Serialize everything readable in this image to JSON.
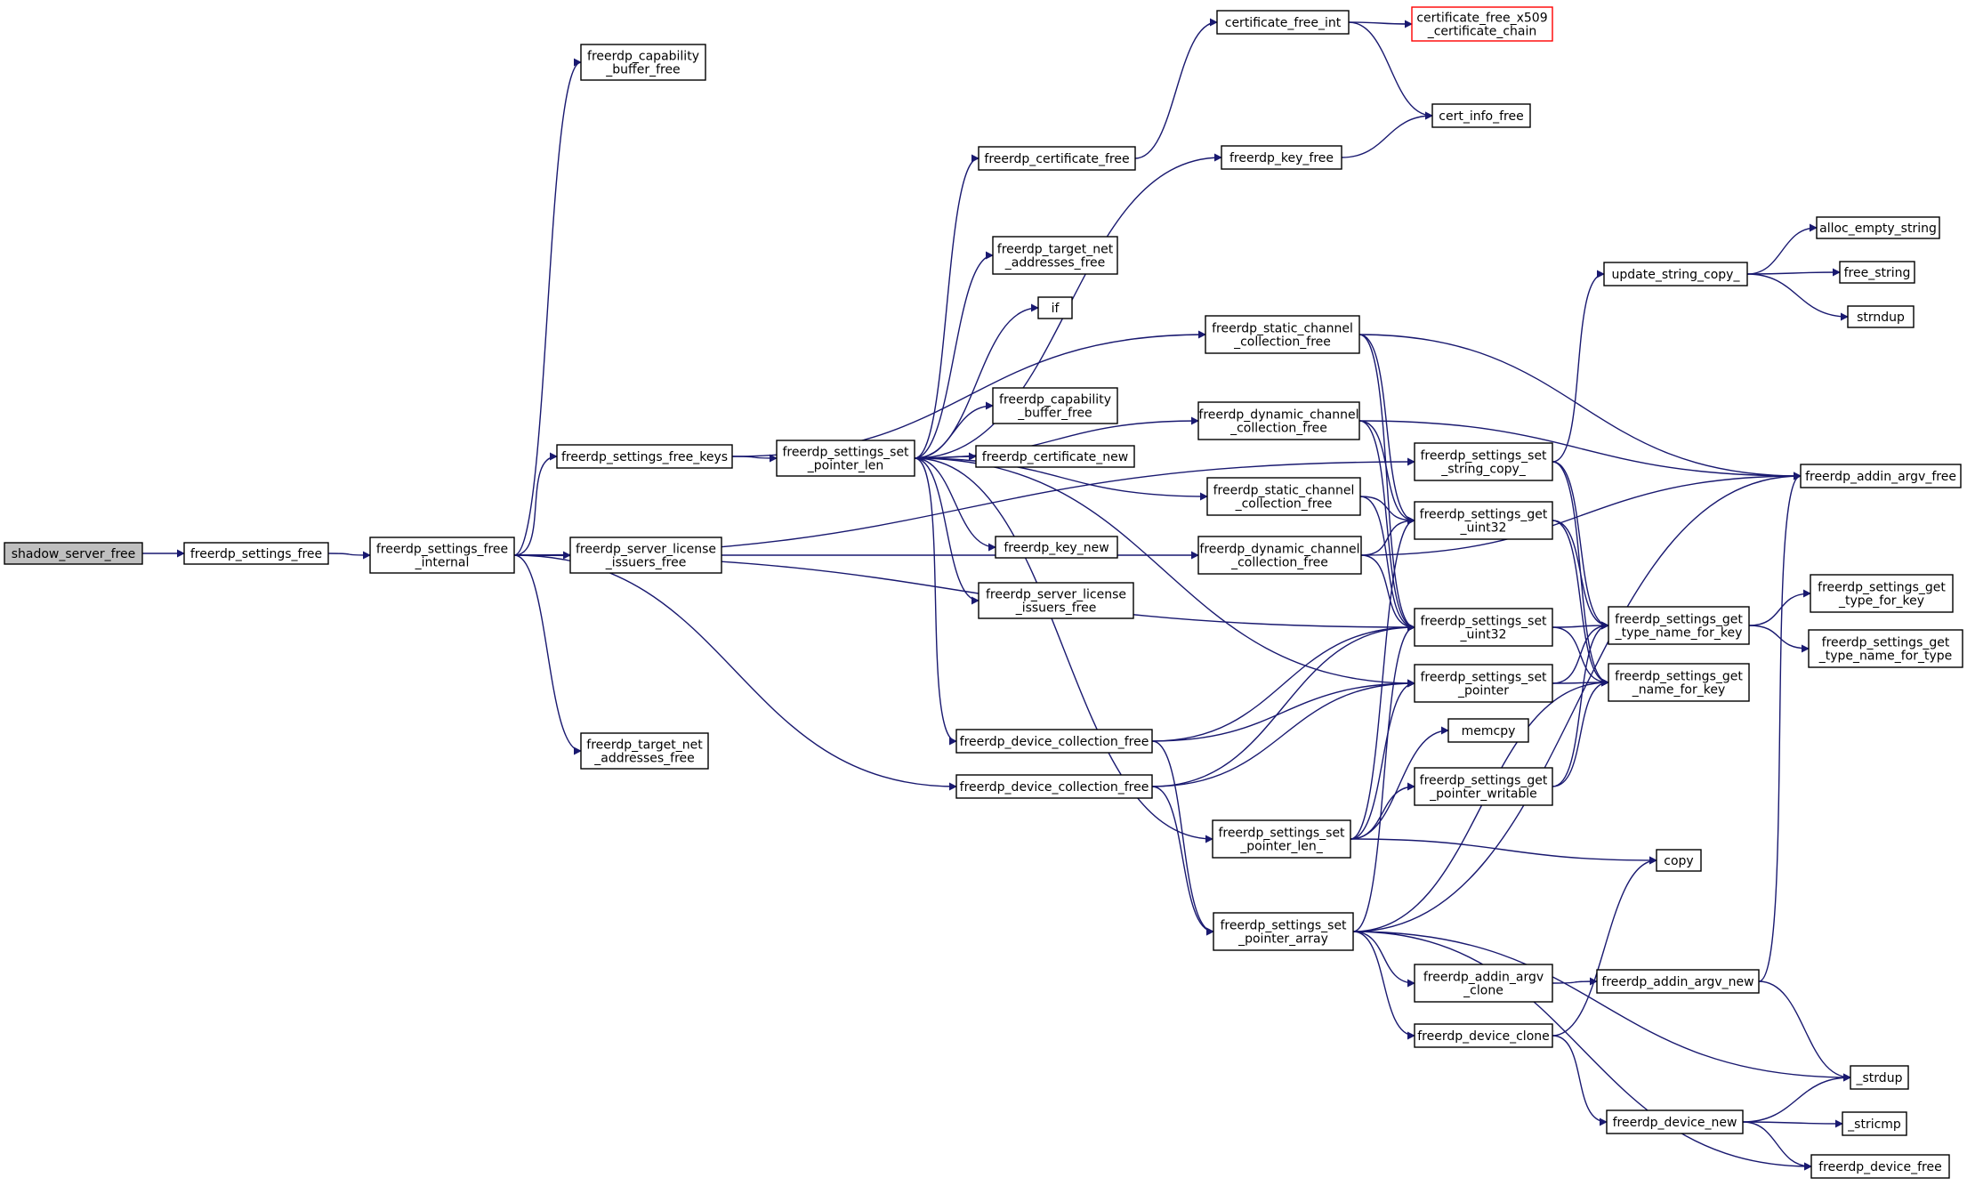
{
  "graph": {
    "title": "",
    "edge_color": "#191970",
    "root_fill": "#bfbfbf",
    "external_stroke": "#ff0000",
    "nodes": [
      {
        "id": "n0",
        "label": "shadow_server_free",
        "kind": "root"
      },
      {
        "id": "n1",
        "label": "freerdp_settings_free"
      },
      {
        "id": "n2",
        "label": "freerdp_settings_free\n_internal"
      },
      {
        "id": "n3",
        "label": "freerdp_capability\n_buffer_free"
      },
      {
        "id": "n4",
        "label": "freerdp_settings_free_keys"
      },
      {
        "id": "n5",
        "label": "freerdp_server_license\n_issuers_free"
      },
      {
        "id": "n6",
        "label": "freerdp_target_net\n_addresses_free"
      },
      {
        "id": "n7",
        "label": "freerdp_settings_set\n_pointer_len"
      },
      {
        "id": "n8",
        "label": "freerdp_certificate_free"
      },
      {
        "id": "n9",
        "label": "freerdp_target_net\n_addresses_free"
      },
      {
        "id": "n10",
        "label": "if"
      },
      {
        "id": "n11",
        "label": "freerdp_capability\n_buffer_free"
      },
      {
        "id": "n12",
        "label": "freerdp_certificate_new"
      },
      {
        "id": "n13",
        "label": "freerdp_key_new"
      },
      {
        "id": "n14",
        "label": "freerdp_server_license\n_issuers_free"
      },
      {
        "id": "n15",
        "label": "freerdp_device_collection_free"
      },
      {
        "id": "n16",
        "label": "freerdp_device_collection_free"
      },
      {
        "id": "n17",
        "label": "certificate_free_int"
      },
      {
        "id": "n18",
        "label": "certificate_free_x509\n_certificate_chain",
        "kind": "external"
      },
      {
        "id": "n19",
        "label": "freerdp_key_free"
      },
      {
        "id": "n20",
        "label": "cert_info_free"
      },
      {
        "id": "n21",
        "label": "freerdp_static_channel\n_collection_free"
      },
      {
        "id": "n22",
        "label": "freerdp_dynamic_channel\n_collection_free"
      },
      {
        "id": "n23",
        "label": "freerdp_static_channel\n_collection_free"
      },
      {
        "id": "n24",
        "label": "freerdp_dynamic_channel\n_collection_free"
      },
      {
        "id": "n25",
        "label": "freerdp_settings_set\n_pointer_len_"
      },
      {
        "id": "n26",
        "label": "freerdp_settings_set\n_pointer_array"
      },
      {
        "id": "n27",
        "label": "freerdp_settings_set\n_string_copy_"
      },
      {
        "id": "n28",
        "label": "freerdp_settings_get\n_uint32"
      },
      {
        "id": "n29",
        "label": "freerdp_settings_set\n_uint32"
      },
      {
        "id": "n30",
        "label": "freerdp_settings_set\n_pointer"
      },
      {
        "id": "n31",
        "label": "memcpy"
      },
      {
        "id": "n32",
        "label": "freerdp_settings_get\n_pointer_writable"
      },
      {
        "id": "n33",
        "label": "freerdp_addin_argv\n_clone"
      },
      {
        "id": "n34",
        "label": "freerdp_device_clone"
      },
      {
        "id": "n35",
        "label": "update_string_copy_"
      },
      {
        "id": "n36",
        "label": "freerdp_settings_get\n_type_name_for_key"
      },
      {
        "id": "n37",
        "label": "freerdp_settings_get\n_name_for_key"
      },
      {
        "id": "n38",
        "label": "copy"
      },
      {
        "id": "n39",
        "label": "freerdp_addin_argv_new"
      },
      {
        "id": "n40",
        "label": "freerdp_device_new"
      },
      {
        "id": "n41",
        "label": "freerdp_addin_argv_free"
      },
      {
        "id": "n42",
        "label": "alloc_empty_string"
      },
      {
        "id": "n43",
        "label": "free_string"
      },
      {
        "id": "n44",
        "label": "strndup"
      },
      {
        "id": "n45",
        "label": "freerdp_settings_get\n_type_for_key"
      },
      {
        "id": "n46",
        "label": "freerdp_settings_get\n_type_name_for_type"
      },
      {
        "id": "n47",
        "label": "_strdup"
      },
      {
        "id": "n48",
        "label": "_stricmp"
      },
      {
        "id": "n49",
        "label": "freerdp_device_free"
      }
    ],
    "edges": [
      [
        "n0",
        "n1"
      ],
      [
        "n1",
        "n2"
      ],
      [
        "n2",
        "n3"
      ],
      [
        "n2",
        "n4"
      ],
      [
        "n2",
        "n5"
      ],
      [
        "n2",
        "n6"
      ],
      [
        "n2",
        "n27"
      ],
      [
        "n2",
        "n24"
      ],
      [
        "n2",
        "n16"
      ],
      [
        "n2",
        "n29"
      ],
      [
        "n4",
        "n7"
      ],
      [
        "n4",
        "n21"
      ],
      [
        "n7",
        "n8"
      ],
      [
        "n7",
        "n19"
      ],
      [
        "n7",
        "n9"
      ],
      [
        "n7",
        "n10"
      ],
      [
        "n7",
        "n22"
      ],
      [
        "n7",
        "n11"
      ],
      [
        "n7",
        "n12"
      ],
      [
        "n7",
        "n23"
      ],
      [
        "n7",
        "n13"
      ],
      [
        "n7",
        "n14"
      ],
      [
        "n7",
        "n15"
      ],
      [
        "n7",
        "n30"
      ],
      [
        "n7",
        "n25"
      ],
      [
        "n8",
        "n17"
      ],
      [
        "n17",
        "n18"
      ],
      [
        "n17",
        "n20"
      ],
      [
        "n19",
        "n20"
      ],
      [
        "n21",
        "n41"
      ],
      [
        "n21",
        "n28"
      ],
      [
        "n21",
        "n29"
      ],
      [
        "n22",
        "n41"
      ],
      [
        "n22",
        "n28"
      ],
      [
        "n22",
        "n29"
      ],
      [
        "n23",
        "n28"
      ],
      [
        "n23",
        "n29"
      ],
      [
        "n24",
        "n41"
      ],
      [
        "n24",
        "n28"
      ],
      [
        "n24",
        "n29"
      ],
      [
        "n15",
        "n29"
      ],
      [
        "n15",
        "n30"
      ],
      [
        "n15",
        "n26"
      ],
      [
        "n16",
        "n29"
      ],
      [
        "n16",
        "n30"
      ],
      [
        "n16",
        "n26"
      ],
      [
        "n25",
        "n28"
      ],
      [
        "n25",
        "n30"
      ],
      [
        "n25",
        "n31"
      ],
      [
        "n25",
        "n32"
      ],
      [
        "n25",
        "n38"
      ],
      [
        "n26",
        "n29"
      ],
      [
        "n26",
        "n37"
      ],
      [
        "n26",
        "n41"
      ],
      [
        "n26",
        "n33"
      ],
      [
        "n26",
        "n34"
      ],
      [
        "n26",
        "n47"
      ],
      [
        "n26",
        "n49"
      ],
      [
        "n27",
        "n35"
      ],
      [
        "n27",
        "n36"
      ],
      [
        "n27",
        "n37"
      ],
      [
        "n28",
        "n36"
      ],
      [
        "n28",
        "n37"
      ],
      [
        "n29",
        "n36"
      ],
      [
        "n29",
        "n37"
      ],
      [
        "n30",
        "n36"
      ],
      [
        "n30",
        "n37"
      ],
      [
        "n32",
        "n36"
      ],
      [
        "n32",
        "n37"
      ],
      [
        "n33",
        "n39"
      ],
      [
        "n34",
        "n38"
      ],
      [
        "n34",
        "n40"
      ],
      [
        "n35",
        "n42"
      ],
      [
        "n35",
        "n43"
      ],
      [
        "n35",
        "n44"
      ],
      [
        "n36",
        "n45"
      ],
      [
        "n36",
        "n46"
      ],
      [
        "n39",
        "n41"
      ],
      [
        "n39",
        "n47"
      ],
      [
        "n40",
        "n47"
      ],
      [
        "n40",
        "n48"
      ],
      [
        "n40",
        "n49"
      ]
    ]
  }
}
